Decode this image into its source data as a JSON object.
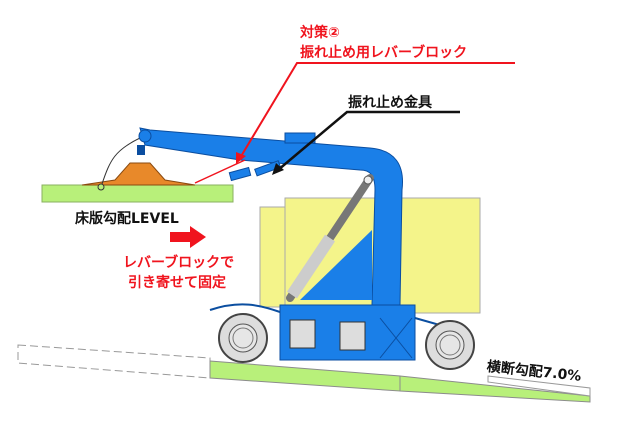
{
  "labels": {
    "countermeasure_title": "対策②",
    "countermeasure_name": "振れ止め用レバーブロック",
    "bracket": "振れ止め金具",
    "deck_slope": "床版勾配LEVEL",
    "pull_note_line1": "レバーブロックで",
    "pull_note_line2": "引き寄せて固定",
    "cross_slope": "横断勾配7.0%"
  },
  "colors": {
    "accent_red": "#f0141e",
    "machine_blue": "#1a7fe8",
    "counterweight_yellow": "#f4f48a",
    "slab_green": "#b8f07a",
    "load_orange": "#e8892a"
  }
}
